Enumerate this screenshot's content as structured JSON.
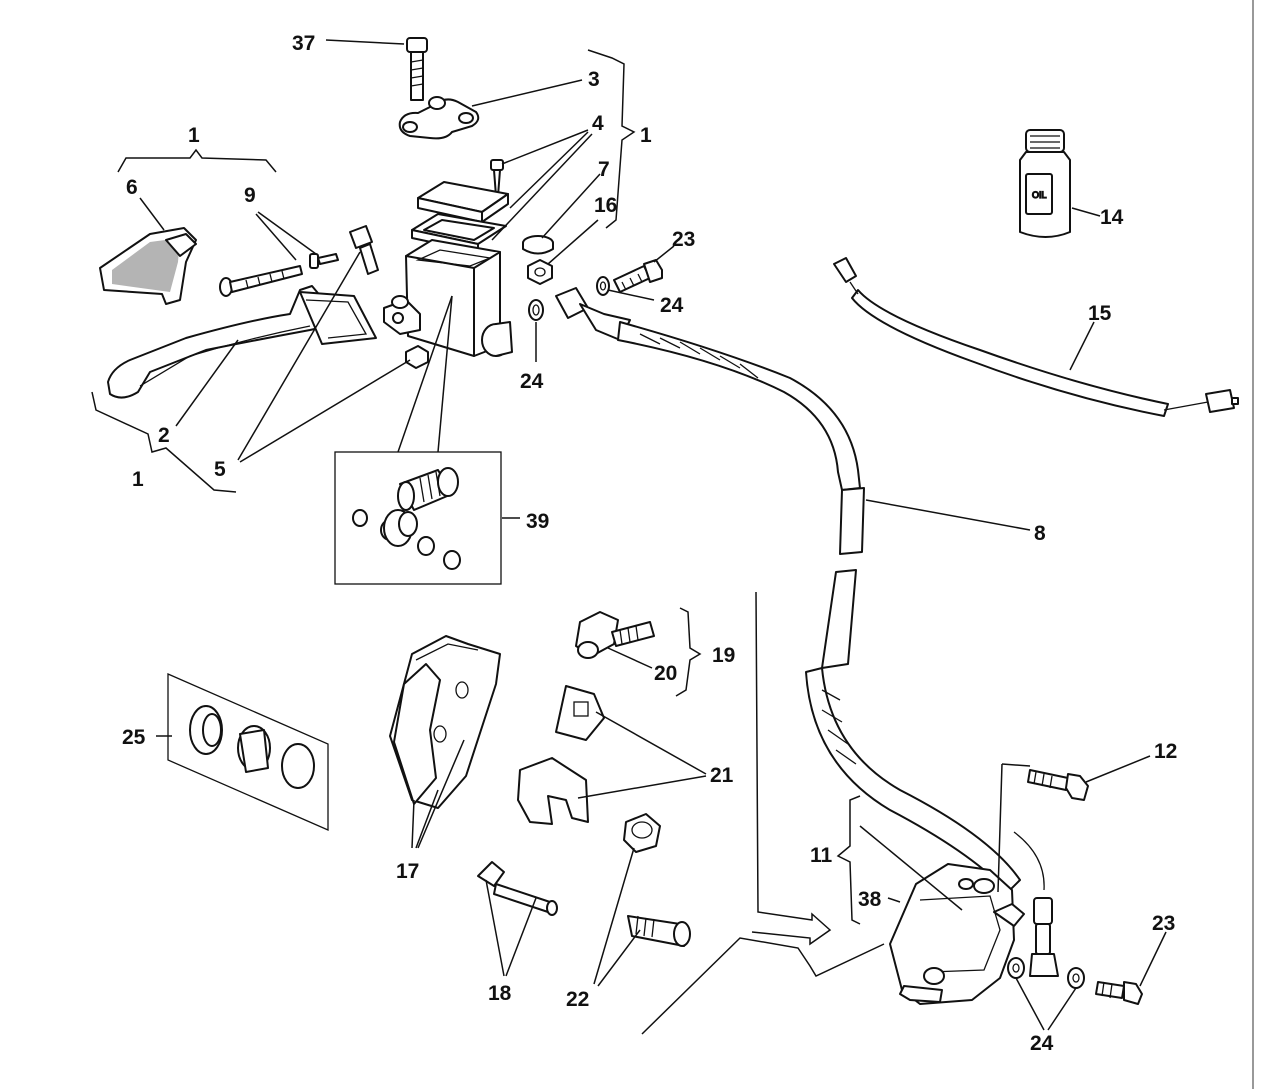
{
  "callouts": {
    "c1_top": "1",
    "c1_right": "1",
    "c1_bottom": "1",
    "c2": "2",
    "c3": "3",
    "c4": "4",
    "c5": "5",
    "c6": "6",
    "c7": "7",
    "c8": "8",
    "c9": "9",
    "c11": "11",
    "c12": "12",
    "c14": "14",
    "c15": "15",
    "c16": "16",
    "c17": "17",
    "c18": "18",
    "c19": "19",
    "c20": "20",
    "c21": "21",
    "c22": "22",
    "c23_top": "23",
    "c23_bottom": "23",
    "c24_top_right": "24",
    "c24_top_below": "24",
    "c24_bottom": "24",
    "c25": "25",
    "c37": "37",
    "c38": "38",
    "c39": "39"
  },
  "bottle_label": "OIL"
}
